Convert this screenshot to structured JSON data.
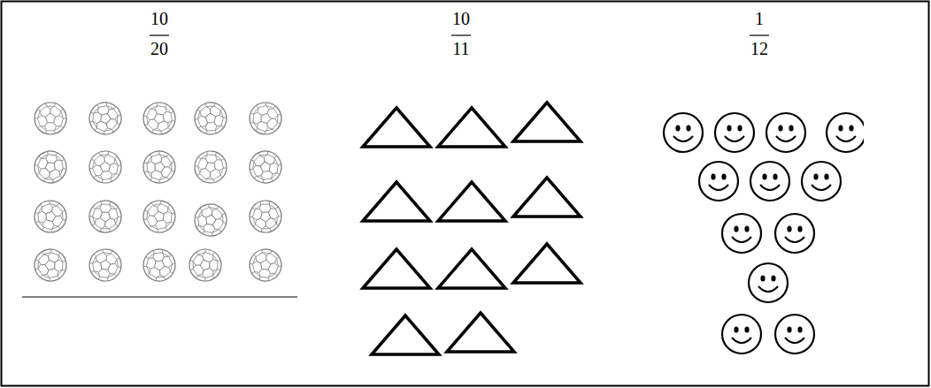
{
  "diagram": {
    "labels": [
      "10",
      "20",
      "10",
      "11",
      "1",
      "12"
    ]
  }
}
